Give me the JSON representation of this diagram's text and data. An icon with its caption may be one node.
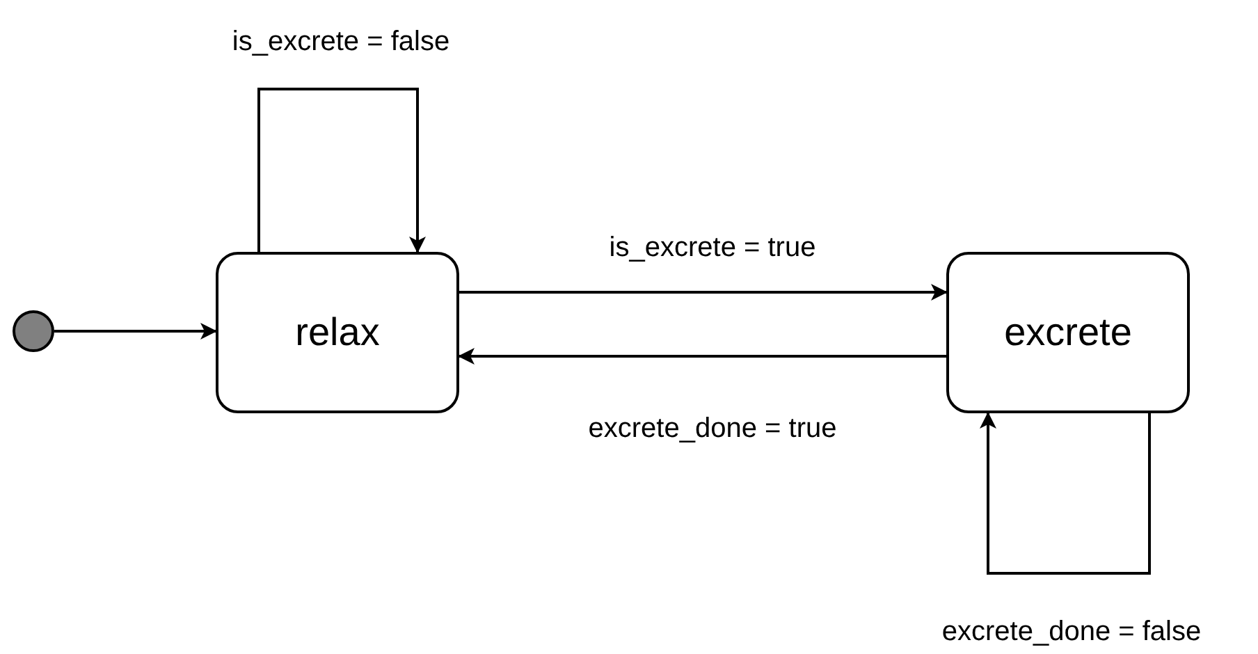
{
  "diagram": {
    "nodes": [
      {
        "text": [],
        "shape": "circle"
      },
      {
        "text": [
          "relax"
        ]
      },
      {
        "text": [
          "excrete"
        ]
      }
    ],
    "edges": [
      {
        "from": 0,
        "to": 1,
        "arrow": "to"
      },
      {
        "from": 1,
        "to": 1,
        "label": "is_excrete = false",
        "arrow": "to"
      },
      {
        "from": 1,
        "to": 2,
        "label": "is_excrete = true",
        "arrow": "to"
      },
      {
        "from": 2,
        "to": 1,
        "label": "excrete_done = true",
        "arrow": "to"
      },
      {
        "from": 2,
        "to": 2,
        "label": "excrete_done = false",
        "arrow": "to"
      }
    ]
  }
}
